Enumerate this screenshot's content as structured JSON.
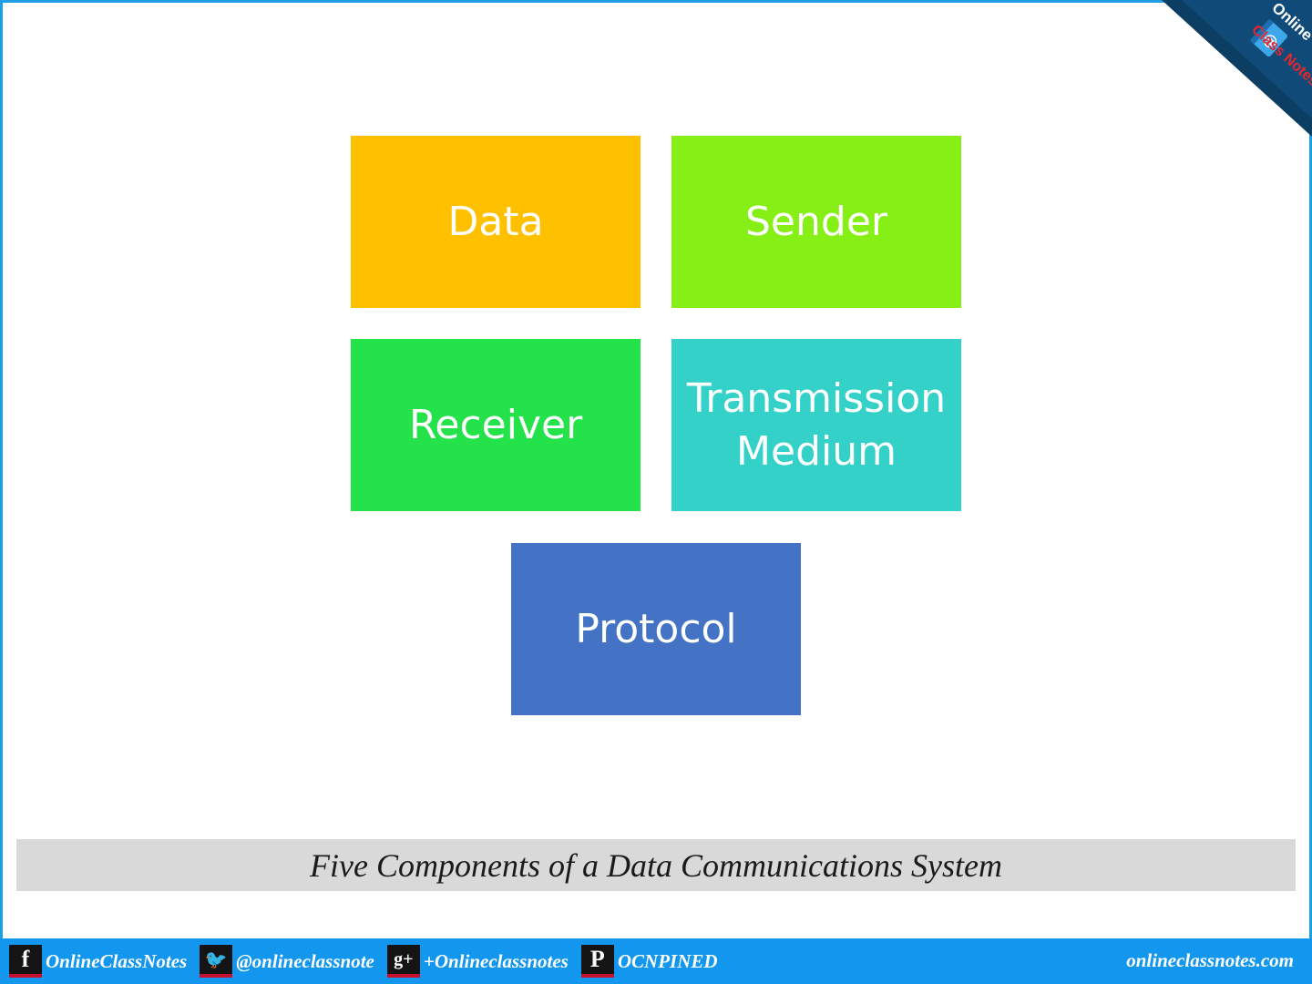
{
  "diagram": {
    "boxes": [
      {
        "id": "data",
        "lines": [
          "Data"
        ],
        "color": "#ffc000"
      },
      {
        "id": "sender",
        "lines": [
          "Sender"
        ],
        "color": "#86f016"
      },
      {
        "id": "receiver",
        "lines": [
          "Receiver"
        ],
        "color": "#24e24a"
      },
      {
        "id": "medium",
        "lines": [
          "Transmission",
          "Medium"
        ],
        "color": "#33d1c7"
      },
      {
        "id": "protocol",
        "lines": [
          "Protocol"
        ],
        "color": "#4472c4"
      }
    ]
  },
  "caption": "Five Components of a Data Communications System",
  "logo": {
    "line1": "Online",
    "line2": "Class Notes",
    "icon": "notebook-at-icon",
    "color": "#0c3d63"
  },
  "footer": {
    "social": [
      {
        "icon": "facebook-icon",
        "glyph": "f",
        "label": "OnlineClassNotes"
      },
      {
        "icon": "twitter-icon",
        "glyph": "🐦",
        "label": "@onlineclassnote"
      },
      {
        "icon": "google-plus-icon",
        "glyph": "g+",
        "label": "+Onlineclassnotes"
      },
      {
        "icon": "pinterest-icon",
        "glyph": "P",
        "label": "OCNPINED"
      }
    ],
    "website": "onlineclassnotes.com",
    "bar_color": "#1396ee"
  }
}
